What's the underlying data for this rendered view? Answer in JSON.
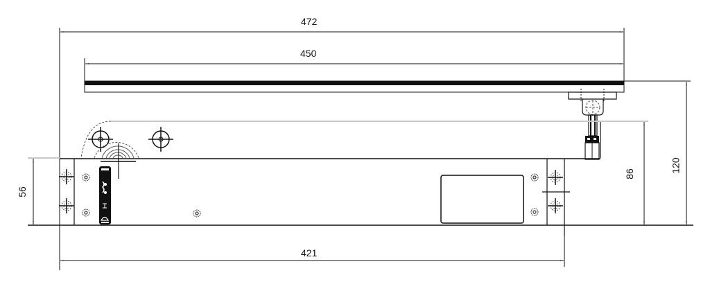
{
  "drawing": {
    "type": "technical dimension drawing",
    "subject": "door closer with slide arm rail (front elevation)",
    "colors": {
      "line": "#111111",
      "hidden_line": "#555555",
      "light_line": "#c8c8c8",
      "background": "#ffffff"
    },
    "dimensions": {
      "overall_length": {
        "value": "472",
        "orientation": "horizontal"
      },
      "rail_length": {
        "value": "450",
        "orientation": "horizontal"
      },
      "body_length": {
        "value": "421",
        "orientation": "horizontal"
      },
      "body_height": {
        "value": "56",
        "orientation": "vertical"
      },
      "arm_height": {
        "value": "86",
        "orientation": "vertical"
      },
      "overall_height": {
        "value": "120",
        "orientation": "vertical"
      }
    },
    "components": [
      {
        "name": "slide-rail",
        "label": ""
      },
      {
        "name": "rail-slider-block",
        "label": ""
      },
      {
        "name": "arm-link",
        "label": ""
      },
      {
        "name": "closer-body",
        "label": ""
      },
      {
        "name": "adjustment-valve-strip",
        "label": ""
      },
      {
        "name": "cover-window",
        "label": ""
      },
      {
        "name": "left-mounting-plate",
        "label": ""
      },
      {
        "name": "right-mounting-plate",
        "label": ""
      }
    ]
  }
}
